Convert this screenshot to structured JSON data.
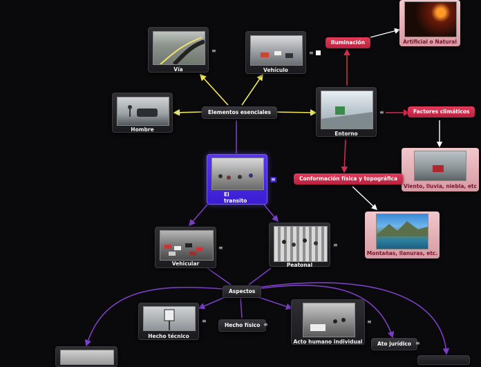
{
  "central": {
    "line1": "El",
    "line2": "transito"
  },
  "nodes": {
    "via": "Vía",
    "vehiculo": "Vehículo",
    "hombre": "Hombre",
    "elementos": "Elementos esenciales",
    "entorno": "Entorno",
    "iluminacion": "Iluminación",
    "artificial": "Artificial o Natural",
    "factores": "Factores climáticos",
    "viento": "Viento, lluvia, niebla, etc",
    "conformacion": "Conformación física y topográfica",
    "montanas": "Montañas, llanuras, etc.",
    "vehicular": "Vehicular",
    "peatonal": "Peatonal",
    "aspectos": "Aspectos",
    "hecho_tecnico": "Hecho técnico",
    "hecho_fisico": "Hecho físico",
    "acto_humano": "Acto humano individual",
    "ato_juridico": "Ato jurídico"
  },
  "icons": {
    "menu": "≡",
    "note": "note-square-icon"
  },
  "colors": {
    "background": "#0a0a0c",
    "central": "#4a2be8",
    "red_topic": "#d22c4c",
    "pink_topic": "#e6b4ba",
    "purple_link": "#7b3fc4",
    "yellow_link": "#f1e95a",
    "red_link": "#d22c4c",
    "white_link": "#ffffff"
  }
}
